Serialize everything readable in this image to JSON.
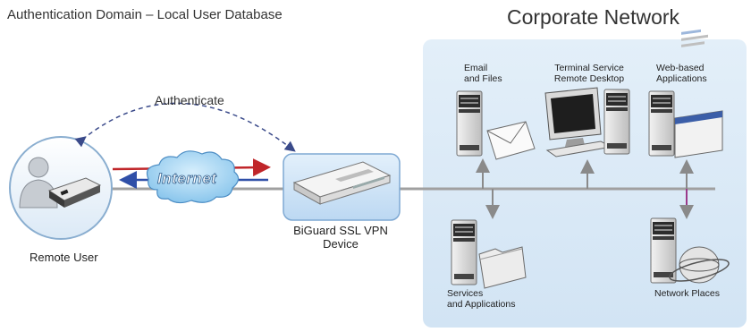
{
  "title": "Authentication Domain – Local  User Database",
  "network_title": "Corporate Network",
  "authenticate_label": "Authenticate",
  "internet_label": "Internet",
  "remote_user_label": "Remote User",
  "device_label_line1": "BiGuard SSL VPN",
  "device_label_line2": "Device",
  "servers": {
    "email": {
      "line1": "Email",
      "line2": "and Files"
    },
    "terminal": {
      "line1": "Terminal Service",
      "line2": "Remote Desktop"
    },
    "web": {
      "line1": "Web-based",
      "line2": "Applications"
    },
    "services": {
      "line1": "Services",
      "line2": "and Applications"
    },
    "network_places": {
      "line1": "Network Places"
    }
  },
  "colors": {
    "corporate_bg": "#dcebf7",
    "device_bg": "#cfe3f7",
    "line_gray": "#a0a0a0",
    "arrow_red": "#c0262a",
    "arrow_blue": "#2f4fa8",
    "auth_dash": "#3a4a8a",
    "cloud_fill": "#9fd0f0"
  }
}
